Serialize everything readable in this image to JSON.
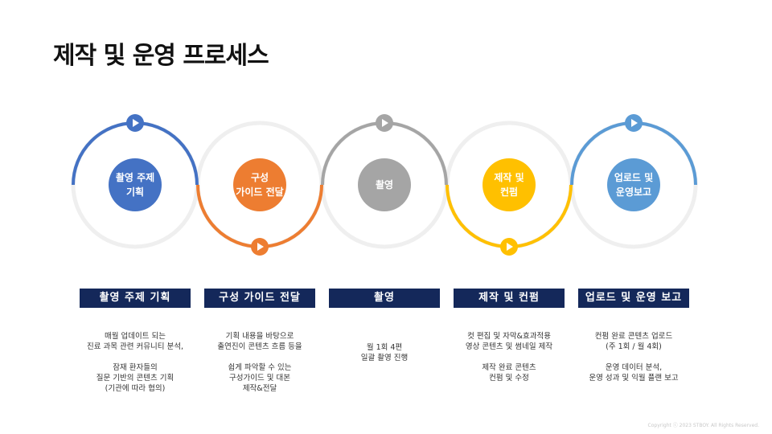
{
  "title": "제작 및 운영 프로세스",
  "steps": [
    {
      "circle_label": "촬영 주제\n기획",
      "bar_label": "촬영 주제 기획",
      "description": "매월 업데이트 되는\n진료 과목 관련 커뮤니티 분석,\n\n잠재 환자들의\n질문 기반의 콘텐츠 기획\n(기관에 따라 협의)",
      "color": "#4472c4",
      "arc": "top"
    },
    {
      "circle_label": "구성\n가이드 전달",
      "bar_label": "구성 가이드 전달",
      "description": "기획 내용을 바탕으로\n출연진이 콘텐츠 흐름 등을\n\n쉽게 파악할 수 있는\n구성가이드 및 대본\n제작&전달",
      "color": "#ed7d31",
      "arc": "bottom"
    },
    {
      "circle_label": "촬영",
      "bar_label": "촬영",
      "description": "월 1회 4편\n일괄 촬영 진행",
      "color": "#a5a5a5",
      "arc": "top"
    },
    {
      "circle_label": "제작 및\n컨펌",
      "bar_label": "제작 및 컨펌",
      "description": "컷 편집 및 자막&효과적용\n영상 콘텐츠 및 썸네일 제작\n\n제작 완료 콘텐츠\n컨펌 및 수정",
      "color": "#ffc000",
      "arc": "bottom"
    },
    {
      "circle_label": "업로드 및\n운영보고",
      "bar_label": "업로드 및 운영 보고",
      "description": "컨펌 완료 콘텐츠 업로드\n(주 1회 / 월 4회)\n\n운영 데이터 분석,\n운영 성과 및 익월 플랜 보고",
      "color": "#5b9bd5",
      "arc": "top"
    }
  ],
  "colors": {
    "ring_background": "#efefef",
    "bar_background": "#14285a"
  },
  "icons": {
    "arc_marker": "play-icon"
  },
  "copyright": "Copyright ⓒ 2023 STBOY. All Rights Reserved."
}
